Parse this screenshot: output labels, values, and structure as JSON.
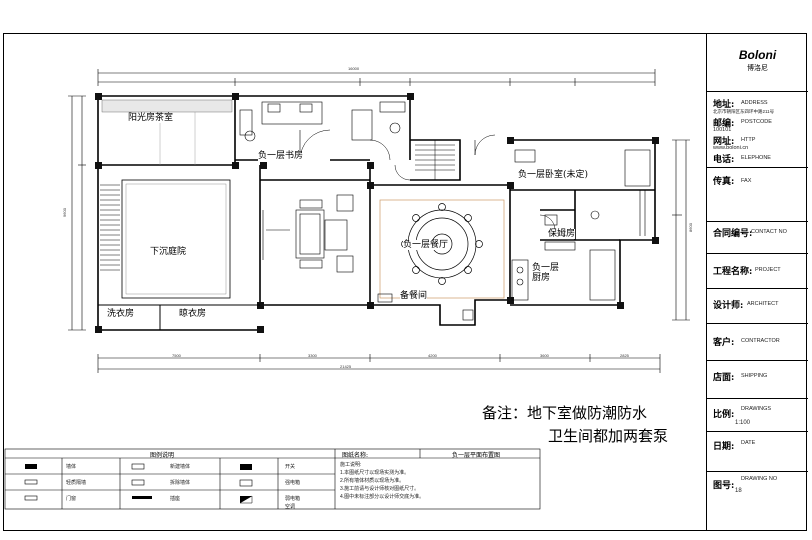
{
  "title_block": {
    "brand": "Boloni",
    "brand_cn": "博洛尼",
    "address_label": "地址:",
    "address_en": "ADDRESS",
    "address_value": "北京市朝阳区东四环中路211号",
    "postcode_label": "邮编:",
    "postcode_en": "POSTCODE",
    "postcode_value": "100101",
    "website_label": "网址:",
    "website_en": "HTTP",
    "website_value": "www.boloni.cn",
    "phone_label": "电话:",
    "phone_en": "ELEPHONE",
    "fax_label": "传真:",
    "fax_en": "FAX",
    "contract_label": "合同编号:",
    "contract_en": "CONTACT NO",
    "project_label": "工程名称:",
    "project_en": "PROJECT",
    "architect_label": "设计师:",
    "architect_en": "ARCHITECT",
    "contractor_label": "客户:",
    "contractor_en": "CONTRACTOR",
    "shipping_label": "店面:",
    "shipping_en": "SHIPPING",
    "drawings_label": "比例:",
    "drawings_en": "DRAWINGS",
    "scale_value": "1:100",
    "date_label": "日期:",
    "date_en": "DATE",
    "drawing_no_label": "图号:",
    "drawing_no_en": "DRAWING NO",
    "drawing_no_value": "18"
  },
  "remark": {
    "line1": "备注：地下室做防潮防水",
    "line2": "卫生间都加两套泵"
  },
  "rooms": {
    "sunroom": "阳光房茶室",
    "study": "负一层书房",
    "courtyard": "下沉庭院",
    "basement_bedroom": "负一层卧室(未定)",
    "dining": "负一层餐厅",
    "nanny_room": "保姆房",
    "kitchen": "负一层厨房",
    "pantry": "备餐间",
    "laundry": "洗衣房",
    "drying": "晾衣房"
  },
  "dimensions": {
    "top_total": "16000",
    "bottom_total": "21425",
    "left_side": "9600",
    "right_side": "8600",
    "bottom_segments": [
      "7500",
      "3300",
      "4200",
      "3600",
      "2825"
    ]
  },
  "legend": {
    "header": "图例说明",
    "items": [
      "墙体",
      "轻质隔墙",
      "门窗",
      "新建墙体",
      "拆除墙体",
      "插座",
      "开关",
      "强电箱",
      "弱电箱",
      "空调"
    ],
    "drawing_name_label": "图纸名称:",
    "drawing_name_value": "负一层平面布置图",
    "notes_header": "施工说明:",
    "notes": [
      "1.本图纸尺寸以现场实测为准。",
      "2.所有墙体材质以现场为准。",
      "3.施工前请与设计师核对图纸尺寸。",
      "4.图中未标注部分以设计师交底为准。"
    ]
  }
}
